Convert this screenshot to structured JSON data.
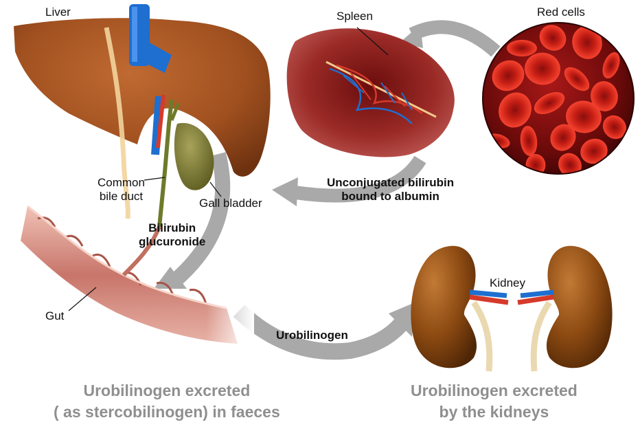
{
  "labels": {
    "liver": "Liver",
    "spleen": "Spleen",
    "red_cells": "Red cells",
    "common_bile_duct": [
      "Common",
      "bile duct"
    ],
    "gall_bladder": "Gall bladder",
    "gut": "Gut",
    "kidney": "Kidney"
  },
  "flow": {
    "unconjugated": [
      "Unconjugated bilirubin",
      "bound to albumin"
    ],
    "conjugated": [
      "Bilirubin",
      "glucuronide"
    ],
    "urobilinogen": "Urobilinogen"
  },
  "footer": {
    "faeces": [
      "Urobilinogen excreted",
      "( as stercobilinogen) in faeces"
    ],
    "kidneys": [
      "Urobilinogen excreted",
      "by the kidneys"
    ]
  },
  "colors": {
    "liver": "#a0501f",
    "spleen": "#8a2020",
    "red_cell": "#d42a1e",
    "kidney": "#8c4a12",
    "gut": "#d9958a",
    "arrow": "#a9a9a9",
    "vein": "#1e6fd0",
    "artery": "#d53a2a",
    "footer_text": "#8f8f8f"
  }
}
